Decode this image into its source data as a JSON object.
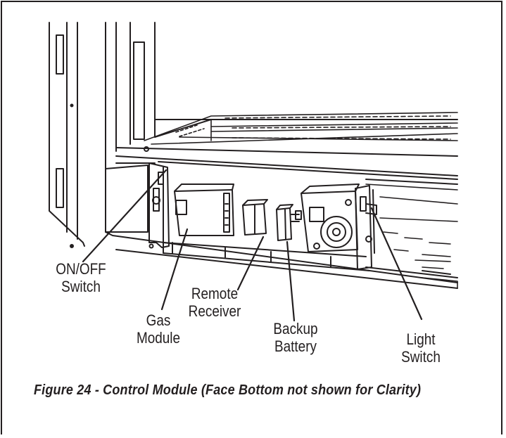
{
  "figure": {
    "callouts": {
      "on_off_switch": [
        "ON/OFF",
        "Switch"
      ],
      "gas_module": [
        "Gas",
        "Module"
      ],
      "remote_receiver": [
        "Remote",
        "Receiver"
      ],
      "backup_battery": [
        "Backup",
        "Battery"
      ],
      "light_switch": [
        "Light",
        "Switch"
      ]
    },
    "caption": "Figure 24 - Control Module (Face Bottom not shown for Clarity)"
  },
  "colors": {
    "ink": "#231f20",
    "paper": "#ffffff"
  }
}
